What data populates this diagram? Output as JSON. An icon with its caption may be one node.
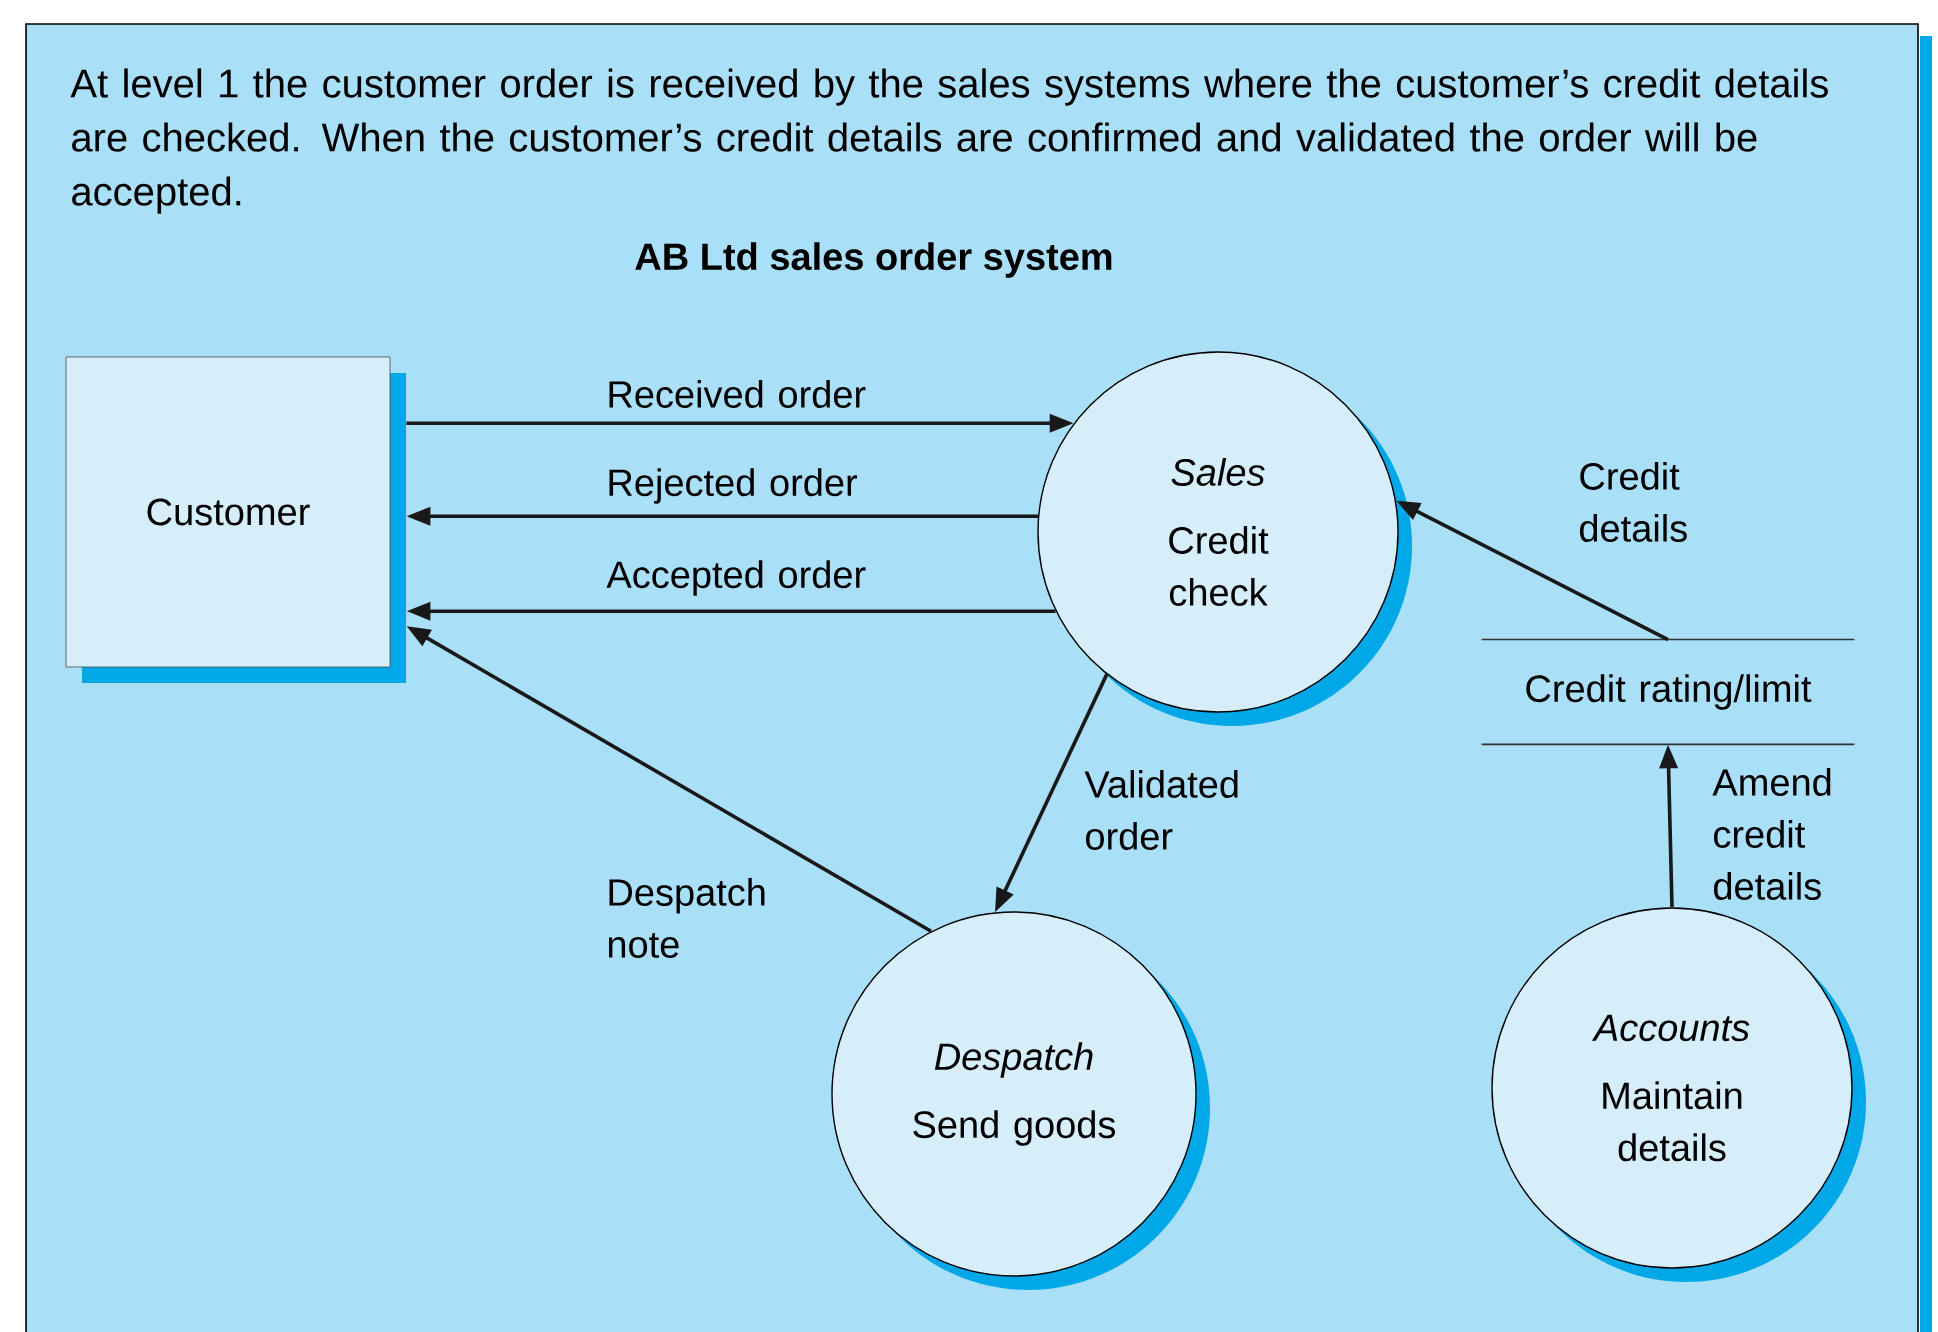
{
  "diagram": {
    "title": "AB Ltd sales order system",
    "nodes": [
      {
        "text": [
          "Customer"
        ]
      },
      {
        "text": [
          "Sales",
          "Credit check"
        ]
      },
      {
        "text": [
          "Credit rating/limit"
        ]
      },
      {
        "text": [
          "Despatch",
          "Send goods"
        ]
      },
      {
        "text": [
          "Accounts",
          "Maintain details"
        ]
      }
    ],
    "edges": [
      {
        "from": 0,
        "to": 1,
        "arrow": "to",
        "label": "Received order"
      },
      {
        "from": 1,
        "to": 0,
        "arrow": "to",
        "label": "Rejected order"
      },
      {
        "from": 1,
        "to": 0,
        "arrow": "to",
        "label": "Accepted order"
      },
      {
        "from": 1,
        "to": 3,
        "arrow": "to",
        "label": "Validated order"
      },
      {
        "from": 3,
        "to": 0,
        "arrow": "to",
        "label": "Despatch note"
      },
      {
        "from": 2,
        "to": 1,
        "arrow": "to",
        "label": "Credit details"
      },
      {
        "from": 4,
        "to": 2,
        "arrow": "to",
        "label": "Amend credit details"
      }
    ],
    "labels": [
      "At level 1 the customer order is received by the sales systems where the customer’s credit details are checked. When the customer’s credit details are confirmed and validated the order will be accepted."
    ]
  }
}
